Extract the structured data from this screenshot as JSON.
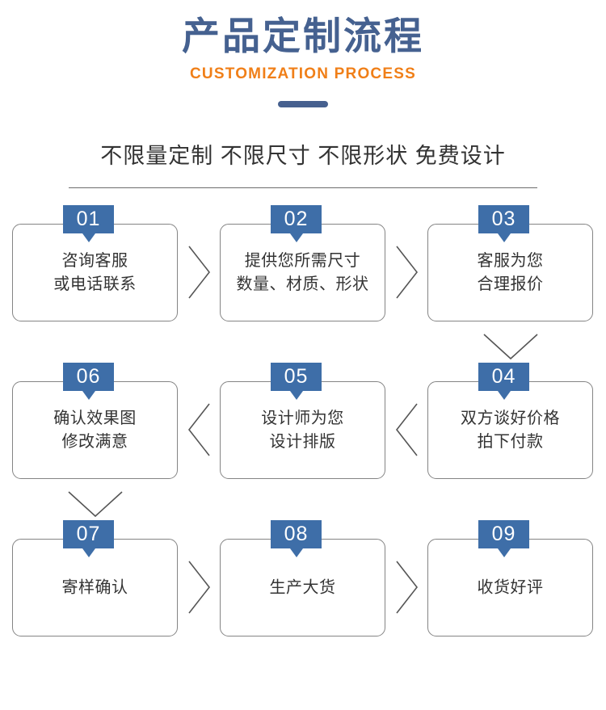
{
  "header": {
    "title_cn": "产品定制流程",
    "title_en": "CUSTOMIZATION PROCESS",
    "accent_blue": "#456190",
    "accent_orange": "#F07F18"
  },
  "subheadline": "不限量定制 不限尺寸 不限形状 免费设计",
  "flow": {
    "badge_color": "#3e6ea8",
    "steps": [
      {
        "number": "01",
        "line1": "咨询客服",
        "line2": "或电话联系"
      },
      {
        "number": "02",
        "line1": "提供您所需尺寸",
        "line2": "数量、材质、形状"
      },
      {
        "number": "03",
        "line1": "客服为您",
        "line2": "合理报价"
      },
      {
        "number": "04",
        "line1": "双方谈好价格",
        "line2": "拍下付款"
      },
      {
        "number": "05",
        "line1": "设计师为您",
        "line2": "设计排版"
      },
      {
        "number": "06",
        "line1": "确认效果图",
        "line2": "修改满意"
      },
      {
        "number": "07",
        "line1": "寄样确认",
        "line2": ""
      },
      {
        "number": "08",
        "line1": "生产大货",
        "line2": ""
      },
      {
        "number": "09",
        "line1": "收货好评",
        "line2": ""
      }
    ]
  }
}
